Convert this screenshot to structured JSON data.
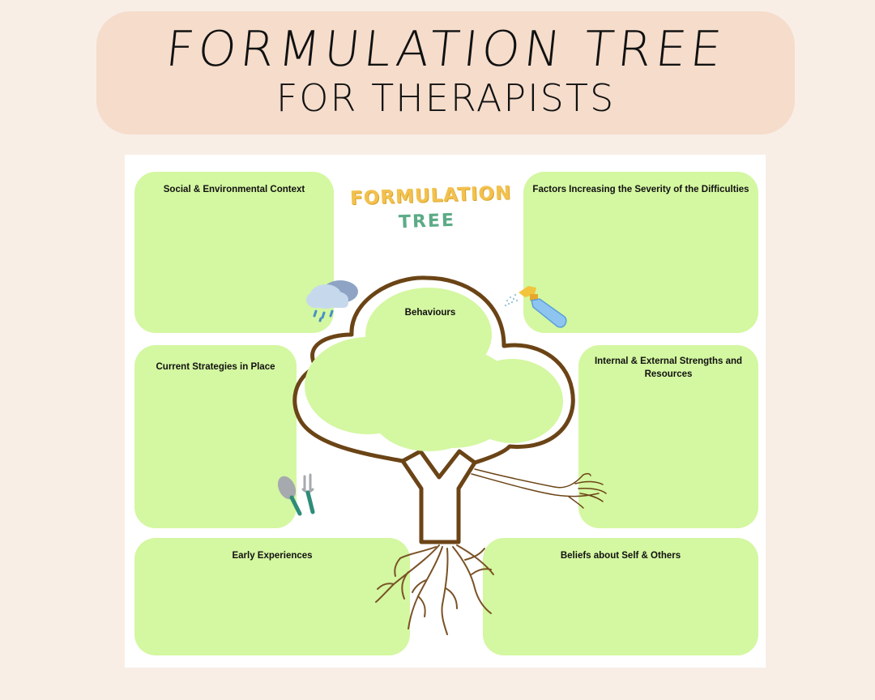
{
  "header": {
    "title": "FORMULATION TREE",
    "subtitle": "FOR THERAPISTS"
  },
  "worksheet": {
    "logo_line1": "FORMULATION",
    "logo_line2": "TREE",
    "canopy_label": "Behaviours",
    "boxes": {
      "social": "Social & Environmental Context",
      "factors": "Factors Increasing the Severity of the Difficulties",
      "strategies": "Current Strategies in Place",
      "strengths": "Internal & External Strengths and Resources",
      "early": "Early Experiences",
      "beliefs": "Beliefs about Self & Others"
    }
  },
  "icons": [
    "rain-cloud-icon",
    "spray-bottle-icon",
    "garden-tools-icon"
  ],
  "colors": {
    "page_background": "#f8eee6",
    "banner": "#f5dccb",
    "box_fill": "#d4f7a1",
    "tree_outline": "#6b4416",
    "logo_yellow": "#f2c14e",
    "logo_green": "#5cab86"
  }
}
